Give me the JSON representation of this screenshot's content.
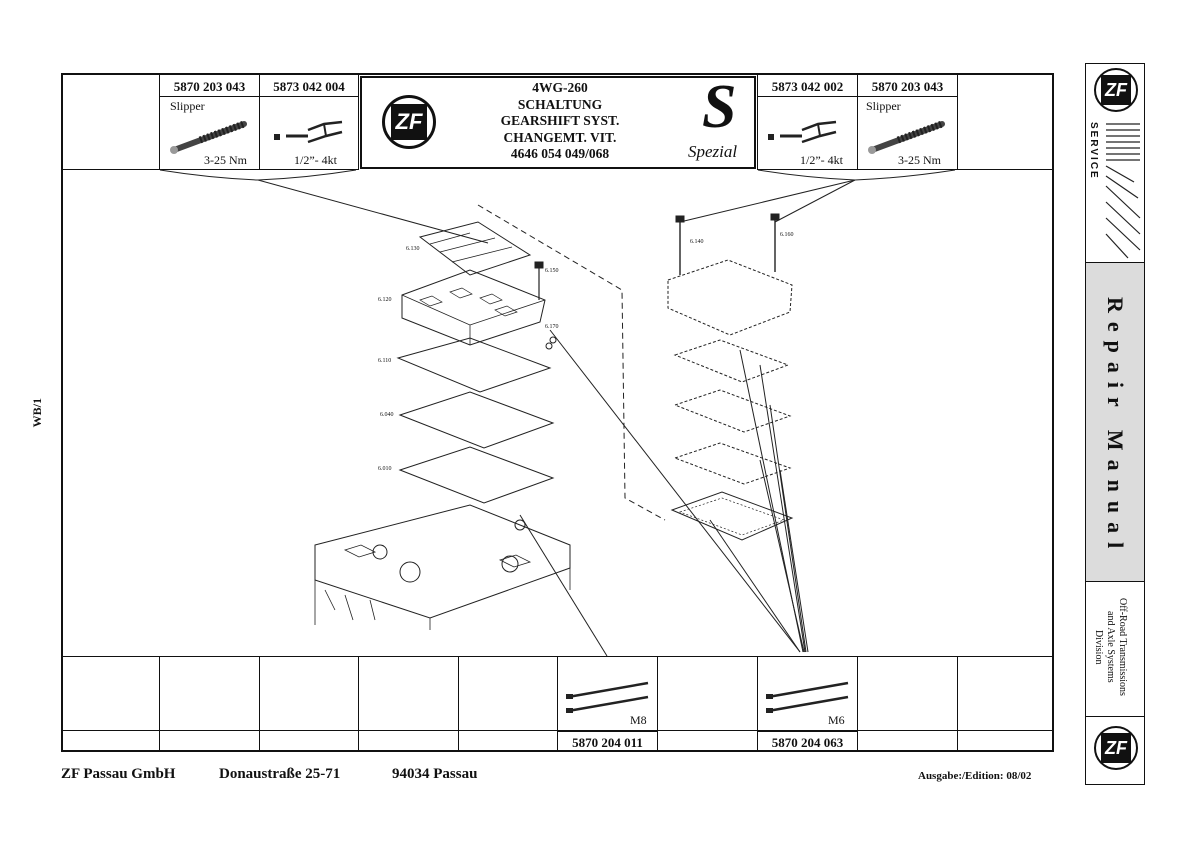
{
  "header": {
    "title_lines": [
      "4WG-260",
      "SCHALTUNG",
      "GEARSHIFT SYST.",
      "CHANGEMT. VIT.",
      "4646 054 049/068"
    ],
    "zf_logo": "ZF",
    "spezial_s": "S",
    "spezial_label": "Spezial"
  },
  "top_tools_left": [
    {
      "part_no": "5870 203 043",
      "name": "Slipper",
      "spec": "3-25 Nm",
      "icon": "torque-wrench-icon"
    },
    {
      "part_no": "5873 042 004",
      "spec": "1/2”- 4kt",
      "icon": "socket-adapter-icon"
    }
  ],
  "top_tools_right": [
    {
      "part_no": "5873 042 002",
      "spec": "1/2”- 4kt",
      "icon": "socket-adapter-icon"
    },
    {
      "part_no": "5870 203 043",
      "name": "Slipper",
      "spec": "3-25 Nm",
      "icon": "torque-wrench-icon"
    }
  ],
  "bottom_tools": [
    {
      "part_no": "5870 204 011",
      "size": "M8",
      "icon": "adjusting-screws-icon"
    },
    {
      "part_no": "5870 204 063",
      "size": "M6",
      "icon": "adjusting-screws-icon"
    }
  ],
  "diagram_labels": {
    "left": [
      "6.130",
      "6.150",
      "6.120",
      "6.170",
      "6.110",
      "6.040",
      "6.010"
    ],
    "right": [
      "6.140",
      "6.160"
    ]
  },
  "page_ref": "WB/1",
  "sidebar": {
    "zf_logo": "ZF",
    "service": "SERVICE",
    "title": "Repair Manual",
    "division": [
      "Off-Road Transmissions",
      "and Axle Systems",
      "Division"
    ]
  },
  "footer": {
    "company": "ZF  Passau GmbH",
    "street": "Donaustraße 25-71",
    "city": "94034 Passau",
    "edition": "Ausgabe:/Edition: 08/02"
  }
}
